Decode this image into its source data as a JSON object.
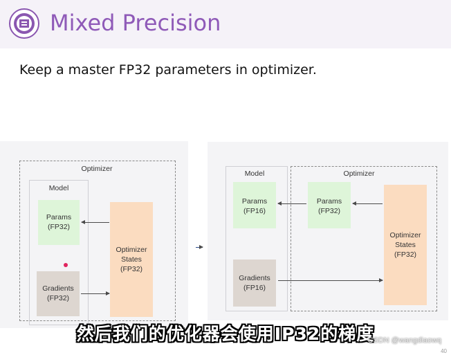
{
  "header": {
    "title": "Mixed Precision"
  },
  "slide": {
    "subtitle": "Keep a master FP32 parameters in optimizer."
  },
  "left_diagram": {
    "optimizer_label": "Optimizer",
    "model_label": "Model",
    "params_line1": "Params",
    "params_line2": "(FP32)",
    "gradients_line1": "Gradients",
    "gradients_line2": "(FP32)",
    "states_line1": "Optimizer",
    "states_line2": "States",
    "states_line3": "(FP32)"
  },
  "right_diagram": {
    "model_label": "Model",
    "optimizer_label": "Optimizer",
    "model_params_line1": "Params",
    "model_params_line2": "(FP16)",
    "opt_params_line1": "Params",
    "opt_params_line2": "(FP32)",
    "gradients_line1": "Gradients",
    "gradients_line2": "(FP16)",
    "states_line1": "Optimizer",
    "states_line2": "States",
    "states_line3": "(FP32)"
  },
  "caption": "然后我们的优化器会使用IP32的梯度",
  "watermark": "CSDN @wangdiaowq",
  "page_number": "40",
  "colors": {
    "title": "#8f5ab8",
    "params_box": "#def5d9",
    "gradients_box": "#ddd6d0",
    "states_box": "#fbdcc0"
  }
}
